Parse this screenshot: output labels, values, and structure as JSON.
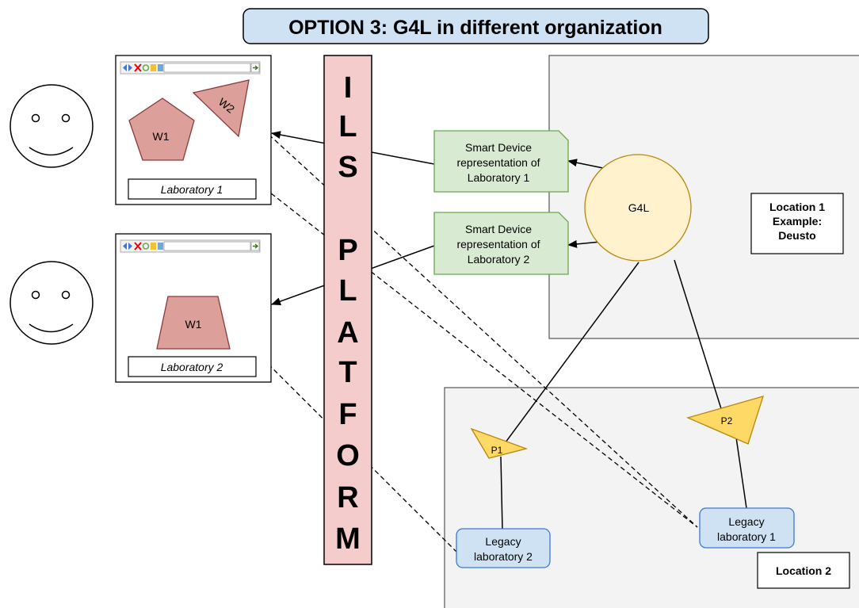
{
  "title": "OPTION 3: G4L in different organization",
  "ils_platform_letters": [
    "I",
    "L",
    "S",
    "P",
    "L",
    "A",
    "T",
    "F",
    "O",
    "R",
    "M"
  ],
  "browser_windows": [
    {
      "widgets": [
        "W1",
        "W2"
      ],
      "label": "Laboratory 1"
    },
    {
      "widgets": [
        "W1"
      ],
      "label": "Laboratory 2"
    }
  ],
  "smart_devices": [
    {
      "lines": [
        "Smart Device",
        "representation of",
        "Laboratory 1"
      ]
    },
    {
      "lines": [
        "Smart Device",
        "representation of",
        "Laboratory 2"
      ]
    }
  ],
  "g4l_label": "G4L",
  "location1": {
    "lines": [
      "Location 1",
      "Example:",
      "Deusto"
    ]
  },
  "location2": {
    "label": "Location 2"
  },
  "proxies": [
    "P1",
    "P2"
  ],
  "legacy_labs": [
    {
      "lines": [
        "Legacy",
        "laboratory 2"
      ]
    },
    {
      "lines": [
        "Legacy",
        "laboratory 1"
      ]
    }
  ],
  "colors": {
    "title_fill": "#cfe2f3",
    "ils_fill": "#f4cccc",
    "widget_fill": "#dd9f9a",
    "widget_stroke": "#8b3a3a",
    "smart_fill": "#d9ead3",
    "smart_stroke": "#6aa84f",
    "g4l_fill": "#fff2cc",
    "proxy_fill": "#ffd966",
    "legacy_fill": "#cfe2f3",
    "location_fill": "#f3f3f3"
  }
}
